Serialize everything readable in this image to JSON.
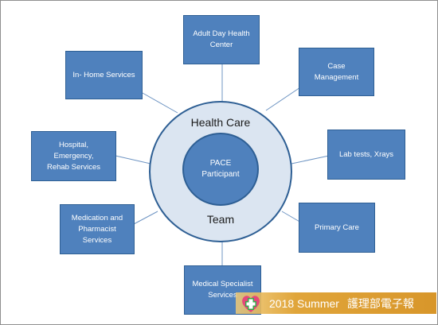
{
  "center": {
    "outer_top": "Health Care",
    "outer_bottom": "Team",
    "inner_line1": "PACE",
    "inner_line2": "Participant"
  },
  "services": [
    {
      "id": "adult-day",
      "label": "Adult Day Health\nCenter"
    },
    {
      "id": "case-management",
      "label": "Case\nManagement"
    },
    {
      "id": "lab-tests",
      "label": "Lab tests, Xrays"
    },
    {
      "id": "primary-care",
      "label": "Primary Care"
    },
    {
      "id": "specialist",
      "label": "Medical Specialist\nServices"
    },
    {
      "id": "medication",
      "label": "Medication and\nPharmacist\nServices"
    },
    {
      "id": "hospital",
      "label": "Hospital,\nEmergency,\nRehab Services"
    },
    {
      "id": "in-home",
      "label": "In- Home Services"
    }
  ],
  "footer": {
    "year_text": "2018 Summer",
    "chinese_title": "護理部電子報"
  },
  "colors": {
    "box_fill": "#4f81bd",
    "box_border": "#2e5f94",
    "ring_fill": "#dbe5f1",
    "footer_gold": "#e0a53a"
  }
}
